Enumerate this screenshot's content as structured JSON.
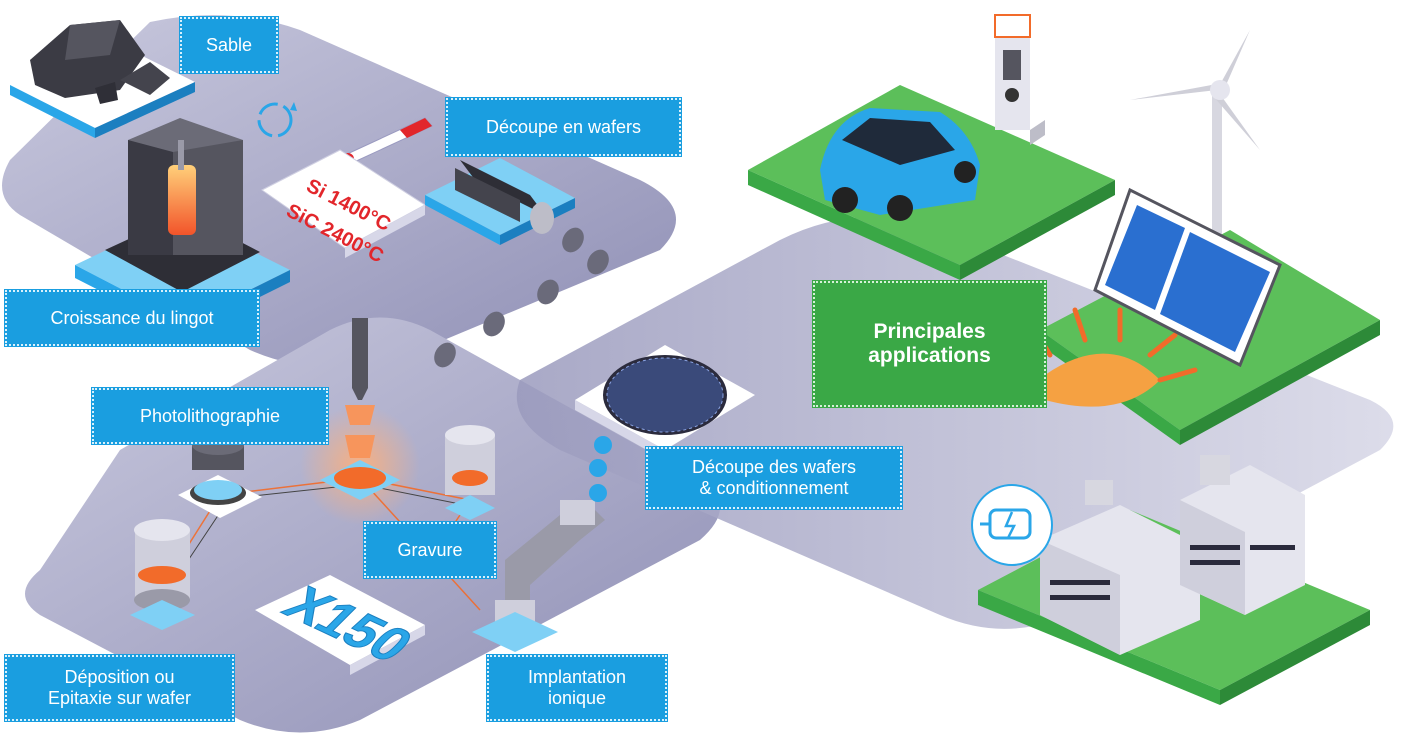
{
  "labels": {
    "sable": "Sable",
    "decoupe_wafers": "Découpe en wafers",
    "croissance": "Croissance du lingot",
    "photolithographie": "Photolithographie",
    "gravure": "Gravure",
    "deposition": "Déposition ou\nEpitaxie sur wafer",
    "implantation": "Implantation\nionique",
    "decoupe_conditionnement": "Découpe des wafers\n& conditionnement",
    "applications": "Principales\napplications"
  },
  "temperatures": {
    "si": "Si 1400°C",
    "sic": "SiC 2400°C"
  },
  "repeat_badge": "X150",
  "colors": {
    "label_blue": "#1a9ee0",
    "label_green": "#3aa846",
    "platform_gray": "#a9a9c9",
    "tile_green": "#5cbf5a",
    "tile_blue": "#2aa6e8",
    "heat_orange": "#f26b2a",
    "temp_red": "#e2262b"
  },
  "icons": [
    "coal-rocks-icon",
    "recycle-arrows-icon",
    "thermometer-icon",
    "furnace-icon",
    "ingot-saw-icon",
    "laser-nozzle-icon",
    "wafer-chip-grid-icon",
    "electric-car-icon",
    "charging-station-icon",
    "wind-turbine-icon",
    "solar-panel-icon",
    "sun-icon",
    "factory-icon",
    "electric-motor-icon"
  ]
}
